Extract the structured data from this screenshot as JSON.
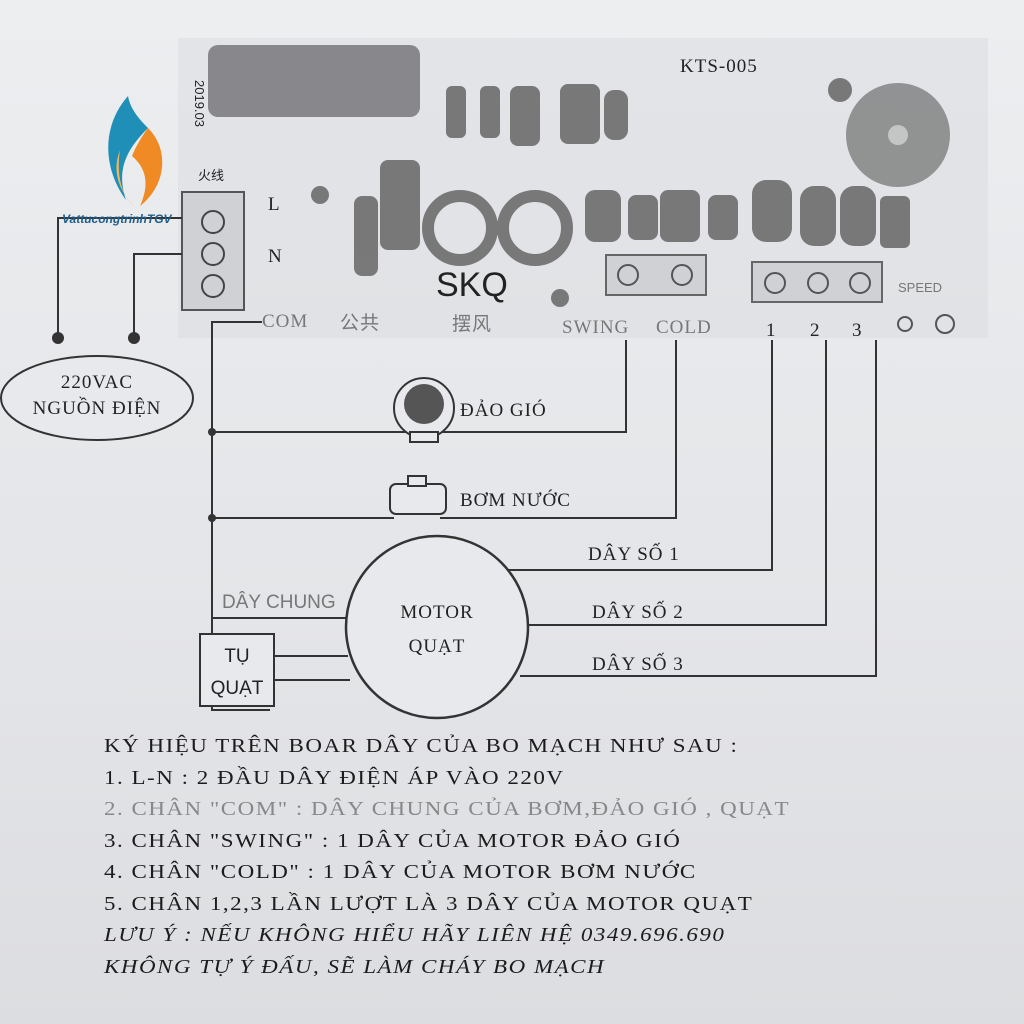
{
  "board": {
    "model": "KTS-005",
    "brand": "SKQ",
    "date_code": "2019.03",
    "terminals_left": [
      "L",
      "N"
    ],
    "com_label": "COM",
    "com_cn": "公共",
    "swing_cn": "摆风",
    "fire_cn": "火线",
    "swing_label": "SWING",
    "cold_label": "COLD",
    "speed_label": "SPEED",
    "speed_pins": [
      "1",
      "2",
      "3"
    ]
  },
  "power": {
    "label_line1": "220VAC",
    "label_line2": "NGUỒN ĐIỆN"
  },
  "components": {
    "swing_motor": "ĐẢO GIÓ",
    "pump": "BƠM NƯỚC",
    "wire1": "DÂY SỐ 1",
    "wire2": "DÂY SỐ 2",
    "wire3": "DÂY SỐ 3",
    "common_wire": "DÂY CHUNG",
    "motor_line1": "MOTOR",
    "motor_line2": "QUẠT",
    "cap_line1": "TỤ",
    "cap_line2": "QUẠT"
  },
  "watermark": "VattucongtrinhTGV",
  "notes": [
    "KÝ HIỆU TRÊN BOAR DÂY CỦA BO MẠCH NHƯ SAU :",
    "1. L-N : 2 ĐẦU DÂY ĐIỆN ÁP VÀO 220V",
    "2. CHÂN \"COM\" : DÂY CHUNG CỦA BƠM,ĐẢO GIÓ , QUẠT",
    "3. CHÂN \"SWING\" : 1 DÂY CỦA MOTOR ĐẢO GIÓ",
    "4. CHÂN \"COLD\" : 1 DÂY CỦA MOTOR BƠM NƯỚC",
    "5. CHÂN 1,2,3 LẦN LƯỢT LÀ 3 DÂY CỦA MOTOR QUẠT",
    "LƯU Ý : NẾU KHÔNG HIỂU HÃY LIÊN HỆ 0349.696.690",
    "KHÔNG TỰ Ý ĐẤU, SẼ LÀM CHÁY BO MẠCH"
  ],
  "colors": {
    "ink": "#222222",
    "paper": "#e6e7ea",
    "logo_blue": "#1f8fb8",
    "logo_orange": "#f08a24"
  }
}
